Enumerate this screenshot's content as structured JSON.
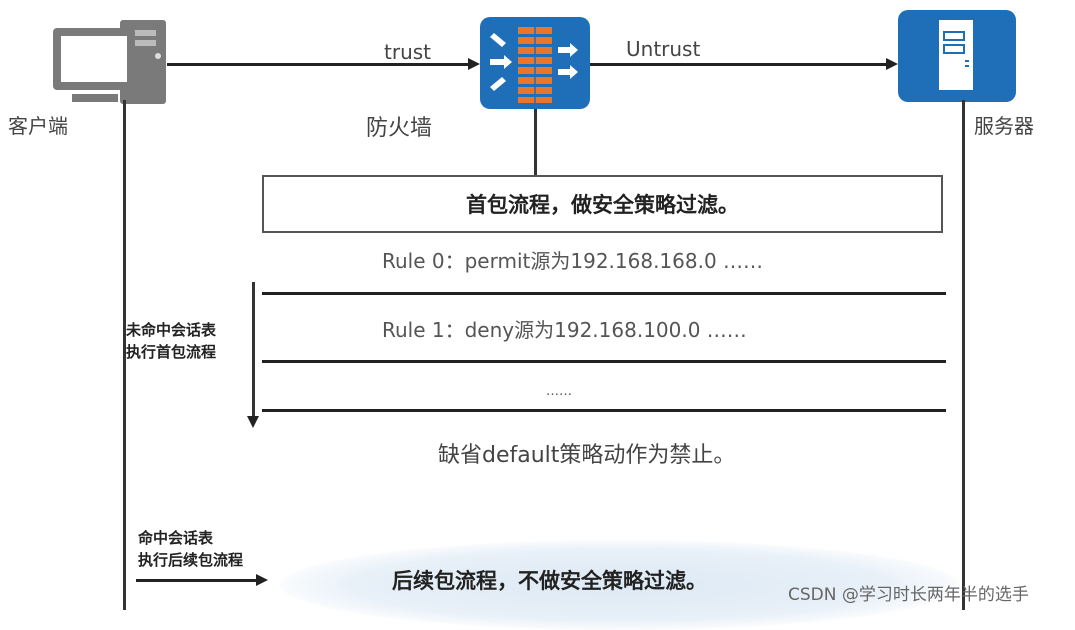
{
  "nodes": {
    "client": {
      "label": "客户端",
      "icon": "desktop-computer-icon",
      "color": "#7a7a7a"
    },
    "firewall": {
      "label": "防火墙",
      "icon": "firewall-icon",
      "color": "#1f6fb8",
      "brick_color": "#e8762c"
    },
    "server": {
      "label": "服务器",
      "icon": "server-icon",
      "color": "#1f6fb8"
    }
  },
  "links": {
    "trust": "trust",
    "untrust": "Untrust"
  },
  "first_packet": {
    "box_title": "首包流程，做安全策略过滤。",
    "side_label_line1": "未命中会话表",
    "side_label_line2": "执行首包流程",
    "rules": [
      "Rule 0：permit源为192.168.168.0 ……",
      "Rule 1：deny源为192.168.100.0   ……",
      "……"
    ],
    "default_rule": "缺省default策略动作为禁止。"
  },
  "subsequent_packet": {
    "side_label_line1": "命中会话表",
    "side_label_line2": "执行后续包流程",
    "title": "后续包流程，不做安全策略过滤。"
  },
  "watermark": "CSDN @学习时长两年半的选手"
}
